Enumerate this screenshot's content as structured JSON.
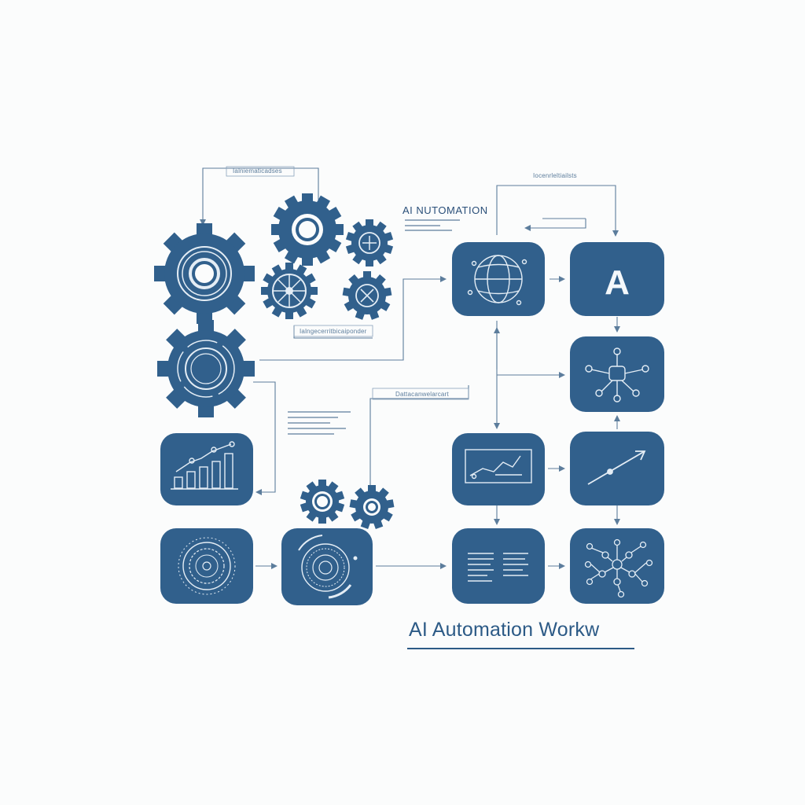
{
  "colors": {
    "primary": "#31608c",
    "icon_stroke": "#e4edf5",
    "connector": "#5c7d9c",
    "background": "#fbfcfc"
  },
  "labels": {
    "top_left_caption": "Ialniematicadses",
    "brand_heading": "AI NUTOMATION",
    "top_right_caption": "Iocenrleltiailsts",
    "mid_caption": "Ialngecerritbicaiponder",
    "center_caption": "Dattacanwelarcart",
    "main_title": "AI Automation Workw"
  },
  "tiles": [
    {
      "id": "tile-globe",
      "icon": "globe-icon"
    },
    {
      "id": "tile-letter-a",
      "icon": "letter-a-icon",
      "text": "A"
    },
    {
      "id": "tile-network-hub",
      "icon": "network-hub-icon"
    },
    {
      "id": "tile-line-chart",
      "icon": "line-chart-icon"
    },
    {
      "id": "tile-growth-arrow",
      "icon": "trend-arrow-icon"
    },
    {
      "id": "tile-bar-chart",
      "icon": "bar-chart-icon"
    },
    {
      "id": "tile-target-dial",
      "icon": "target-dial-icon"
    },
    {
      "id": "tile-rotating-dial",
      "icon": "rotating-dial-icon"
    },
    {
      "id": "tile-document",
      "icon": "document-text-icon"
    },
    {
      "id": "tile-neural-network",
      "icon": "neural-network-icon"
    }
  ],
  "gears": [
    "gear-large-icon",
    "gear-top-icon",
    "gear-small-icon",
    "gear-wheel-icon",
    "gear-compass-icon",
    "gear-middle-icon",
    "gear-pair-left-icon",
    "gear-pair-right-icon"
  ]
}
